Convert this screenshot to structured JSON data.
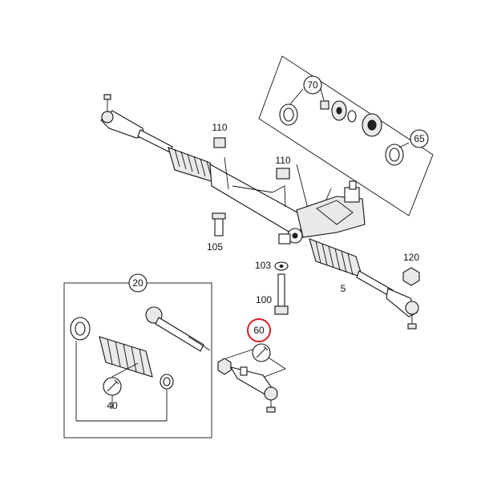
{
  "diagram": {
    "highlight_color": "#d21f26",
    "callouts": [
      {
        "id": "p70",
        "label": "70"
      },
      {
        "id": "p65",
        "label": "65"
      },
      {
        "id": "p110a",
        "label": "110"
      },
      {
        "id": "p110b",
        "label": "110"
      },
      {
        "id": "p105",
        "label": "105"
      },
      {
        "id": "p103",
        "label": "103"
      },
      {
        "id": "p120",
        "label": "120"
      },
      {
        "id": "p5",
        "label": "5"
      },
      {
        "id": "p100",
        "label": "100"
      },
      {
        "id": "p20",
        "label": "20"
      },
      {
        "id": "p60",
        "label": "60",
        "highlighted": true
      },
      {
        "id": "p40",
        "label": "40"
      }
    ]
  }
}
